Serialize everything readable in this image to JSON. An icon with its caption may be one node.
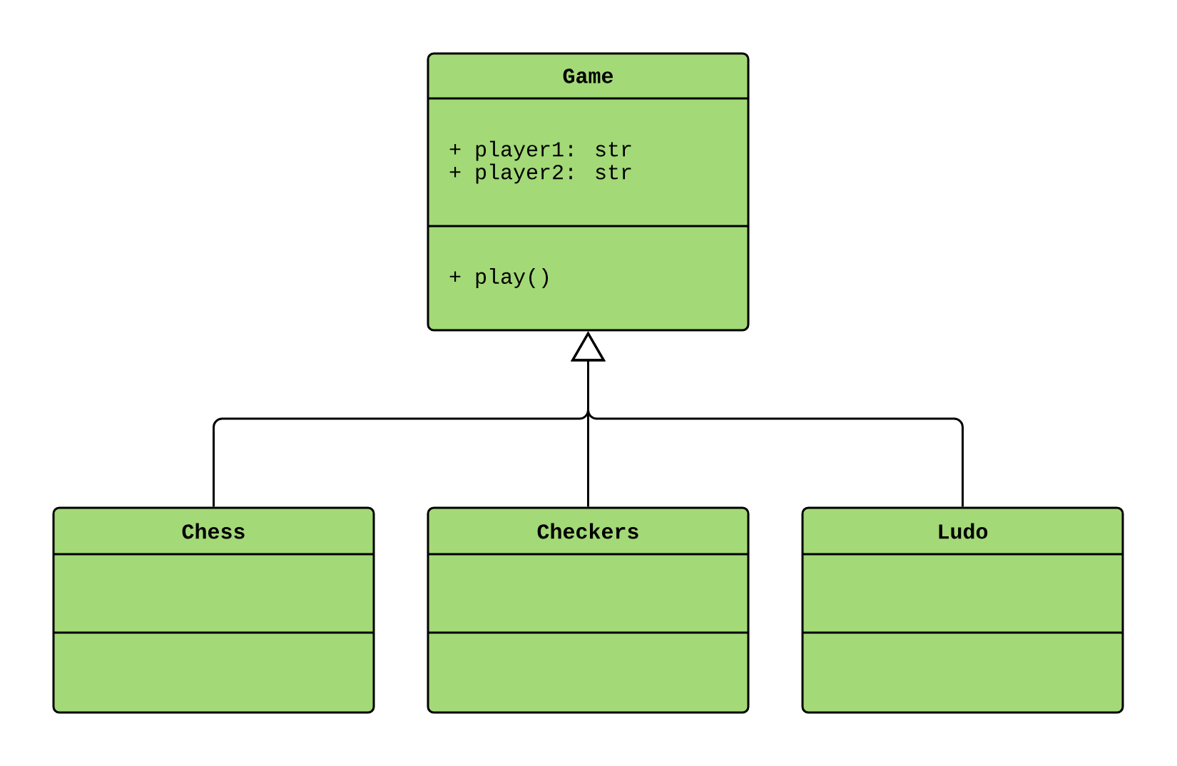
{
  "diagram": {
    "nodes": [
      {
        "text": [
          "Game",
          "+ player1: str",
          "+ player2: str",
          "+ play()"
        ]
      },
      {
        "text": [
          "Chess"
        ]
      },
      {
        "text": [
          "Checkers"
        ]
      },
      {
        "text": [
          "Ludo"
        ]
      }
    ],
    "edges": [
      {
        "from": 1,
        "to": 0,
        "arrow": "to"
      },
      {
        "from": 2,
        "to": 0,
        "arrow": "to"
      },
      {
        "from": 3,
        "to": 0,
        "arrow": "to"
      }
    ]
  }
}
